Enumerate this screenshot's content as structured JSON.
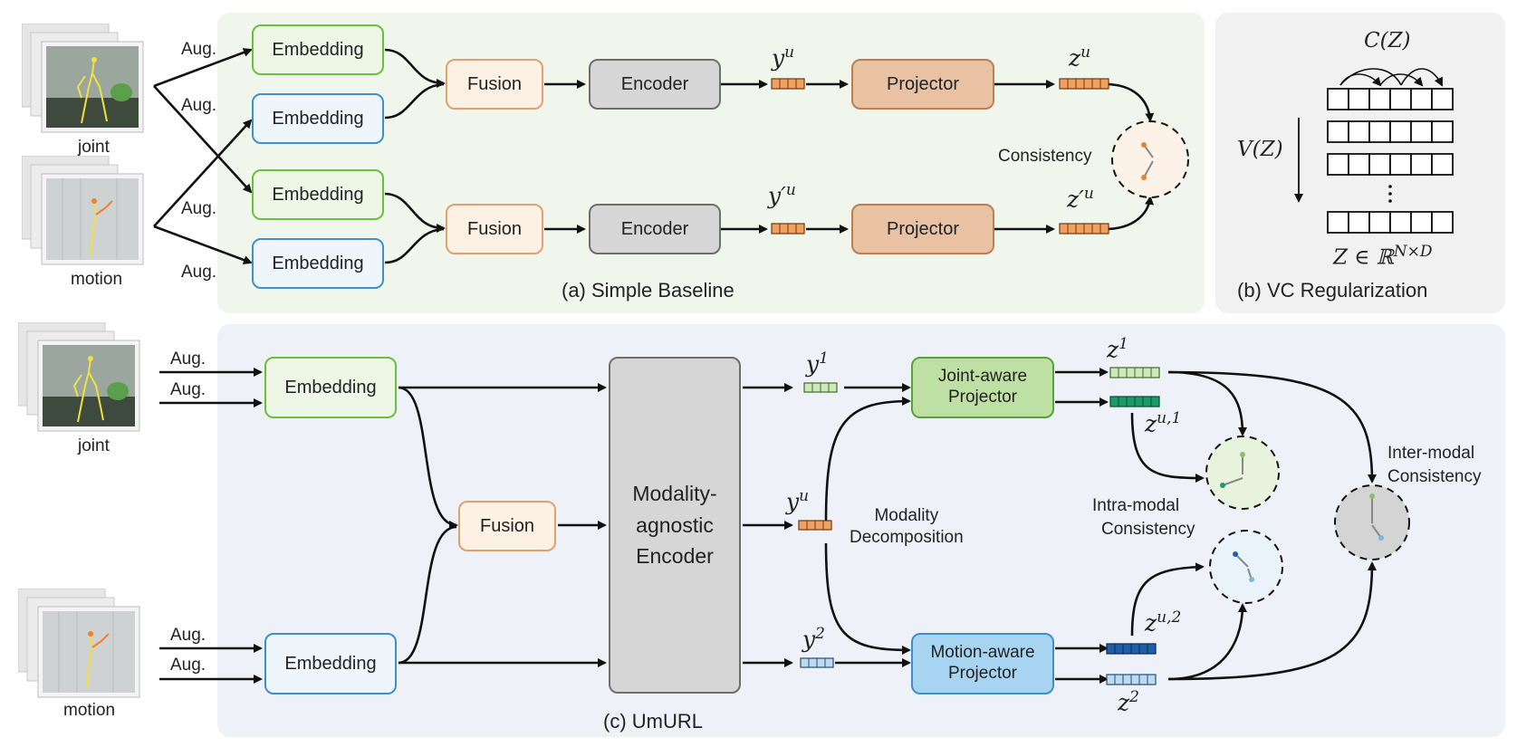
{
  "panel_a": {
    "caption": "(a) Simple Baseline",
    "aug": "Aug.",
    "embedding": "Embedding",
    "fusion": "Fusion",
    "encoder": "Encoder",
    "projector": "Projector",
    "consistency": "Consistency",
    "y_top": "y",
    "y_top_sup": "u",
    "y_bot": "y′",
    "y_bot_sup": "u",
    "z_top": "z",
    "z_top_sup": "u",
    "z_bot": "z′",
    "z_bot_sup": "u"
  },
  "panel_b": {
    "caption": "(b) VC Regularization",
    "cz": "C(Z)",
    "vz": "V(Z)",
    "zdef": "Z ∈ ℝ",
    "zdef_sup": "N×D"
  },
  "panel_c": {
    "caption": "(c) UmURL",
    "aug": "Aug.",
    "embedding": "Embedding",
    "fusion": "Fusion",
    "encoder_l1": "Modality-",
    "encoder_l2": "agnostic",
    "encoder_l3": "Encoder",
    "joint_proj_l1": "Joint-aware",
    "joint_proj_l2": "Projector",
    "motion_proj_l1": "Motion-aware",
    "motion_proj_l2": "Projector",
    "y1": "y",
    "y1_sup": "1",
    "yu": "y",
    "yu_sup": "u",
    "y2": "y",
    "y2_sup": "2",
    "z1": "z",
    "z1_sup": "1",
    "zu1": "z",
    "zu1_sup": "u,1",
    "zu2": "z",
    "zu2_sup": "u,2",
    "z2": "z",
    "z2_sup": "2",
    "modality_decomp_l1": "Modality",
    "modality_decomp_l2": "Decomposition",
    "intra_l1": "Intra-modal",
    "intra_l2": "Consistency",
    "inter_l1": "Inter-modal",
    "inter_l2": "Consistency"
  },
  "inputs": {
    "joint": "joint",
    "motion": "motion"
  },
  "colors": {
    "orange_feature": "#f0a060",
    "light_green_feature": "#cfe8b8",
    "dark_green_feature": "#1a9c6a",
    "dark_blue_feature": "#1f5fa8",
    "light_blue_feature": "#bcdaf0"
  }
}
